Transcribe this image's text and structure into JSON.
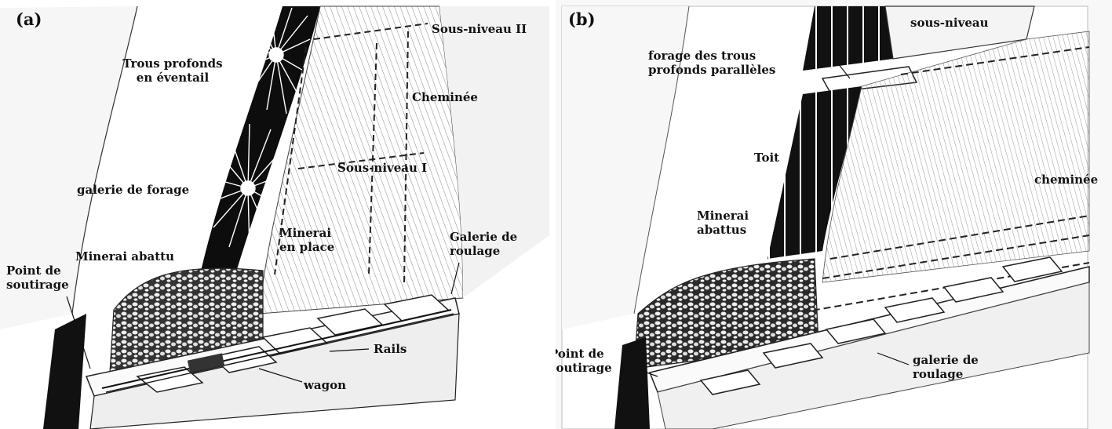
{
  "panels": [
    {
      "letter": "(a)",
      "labels": {
        "sous_niveau_2": "Sous-niveau II",
        "trous_profonds_1": "Trous profonds",
        "trous_profonds_2": "en éventail",
        "cheminee": "Cheminée",
        "sous_niveau_1": "Sous-niveau I",
        "galerie_forage": "galerie de forage",
        "minerai_place_1": "Minerai",
        "minerai_place_2": "en place",
        "galerie_roulage_1": "Galerie de",
        "galerie_roulage_2": "roulage",
        "minerai_abattu": "Minerai abattu",
        "point_soutirage_1": "Point de",
        "point_soutirage_2": "soutirage",
        "rails": "Rails",
        "wagon": "wagon"
      }
    },
    {
      "letter": "(b)",
      "labels": {
        "sous_niveau": "sous-niveau",
        "forage_1": "forage des trous",
        "forage_2": "profonds parallèles",
        "toit": "Toit",
        "cheminee": "cheminée",
        "minerai_1": "Minerai",
        "minerai_2": "abattus",
        "point_soutirage_1": "Point de",
        "point_soutirage_2": "soutirage",
        "galerie_roulage_1": "galerie de",
        "galerie_roulage_2": "roulage"
      }
    }
  ]
}
